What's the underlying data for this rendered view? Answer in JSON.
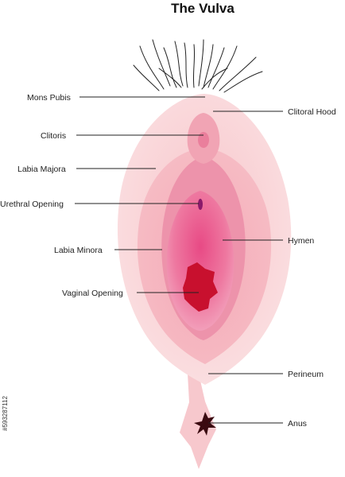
{
  "title": "The Vulva",
  "labels": {
    "mons_pubis": "Mons Pubis",
    "clitoral_hood": "Clitoral Hood",
    "clitoris": "Clitoris",
    "labia_majora": "Labia Majora",
    "urethral_opening": "Urethral Opening",
    "hymen": "Hymen",
    "labia_minora": "Labia Minora",
    "vaginal_opening": "Vaginal Opening",
    "perineum": "Perineum",
    "anus": "Anus"
  },
  "stock_id": "#593287112",
  "colors": {
    "outer": "#f6c4c7",
    "labia_majora": "#f3a9b3",
    "labia_minora": "#eb8aa4",
    "vestibule": "#e65a8a",
    "opening": "#c8102e",
    "anus": "#3a0a10"
  }
}
